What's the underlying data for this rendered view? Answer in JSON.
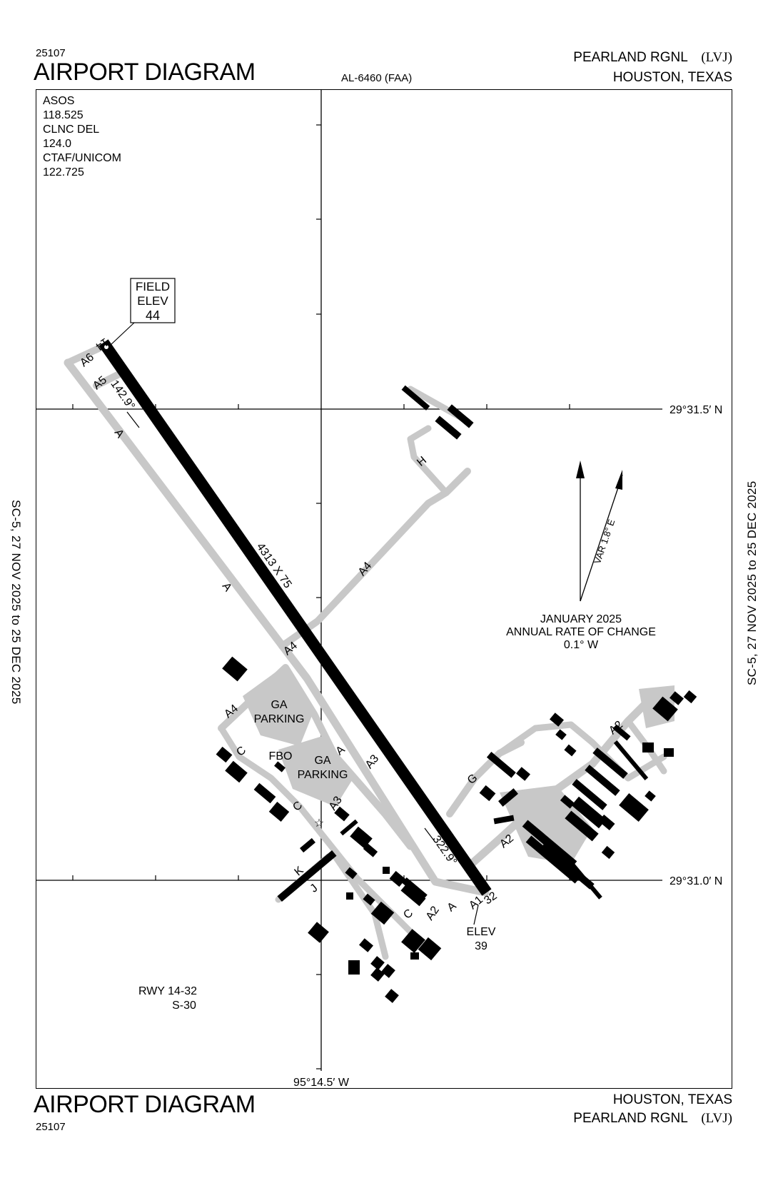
{
  "header": {
    "procedure_number": "25107",
    "title": "AIRPORT DIAGRAM",
    "al_number": "AL-6460 (FAA)",
    "airport_name": "PEARLAND RGNL",
    "airport_id": "(LVJ)",
    "city_state": "HOUSTON, TEXAS"
  },
  "footer": {
    "title": "AIRPORT DIAGRAM",
    "procedure_number": "25107",
    "city_state": "HOUSTON, TEXAS",
    "airport_name": "PEARLAND RGNL",
    "airport_id": "(LVJ)"
  },
  "margins": {
    "left": "SC-5,  27 NOV 2025  to  25 DEC 2025",
    "right": "SC-5,  27 NOV 2025  to  25 DEC 2025"
  },
  "communications": [
    {
      "label": "ASOS",
      "freq": "118.525"
    },
    {
      "label": "CLNC DEL",
      "freq": "124.0"
    },
    {
      "label": "CTAF/UNICOM",
      "freq": "122.725"
    }
  ],
  "field_elevation": {
    "line1": "FIELD",
    "line2": "ELEV",
    "value": "44"
  },
  "runway": {
    "name": "RWY 14-32",
    "strength": "S-30",
    "end_a": "14",
    "end_b": "32",
    "dimensions": "4313 X 75",
    "heading_a": "142.9°",
    "heading_b": "322.9°",
    "elev_label": "ELEV",
    "elev_value": "39"
  },
  "coordinates": {
    "lat_top": "29°31.5′ N",
    "lat_bottom": "29°31.0′ N",
    "lon": "95°14.5′ W"
  },
  "magnetic": {
    "variation": "VAR 1.8° E",
    "epoch": "JANUARY 2025",
    "rate_label": "ANNUAL RATE OF CHANGE",
    "rate_value": "0.1° W"
  },
  "taxiways": {
    "A": "A",
    "A1": "A1",
    "A2": "A2",
    "A3": "A3",
    "A4": "A4",
    "A5": "A5",
    "A6": "A6",
    "C": "C",
    "G": "G",
    "H": "H",
    "J": "J",
    "K": "K"
  },
  "areas": {
    "ga_parking_1": [
      "GA",
      "PARKING"
    ],
    "ga_parking_2": [
      "GA",
      "PARKING"
    ],
    "fbo": "FBO"
  },
  "colors": {
    "taxiway": "#c8c8c8",
    "runway": "#000000",
    "building": "#000000"
  }
}
